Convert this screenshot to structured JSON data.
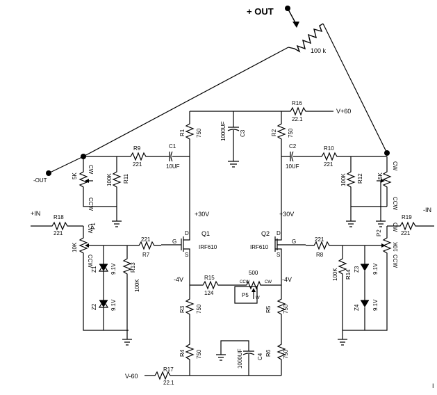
{
  "output": {
    "plus": "+ OUT",
    "minus": "-OUT",
    "pot_value": "100 k"
  },
  "rails": {
    "vplus": "V+60",
    "vminus": "V-60",
    "p30_left": "+30V",
    "p30_right": "+30V",
    "m4_left": "-4V",
    "m4_right": "-4V"
  },
  "inputs": {
    "plus": "+IN",
    "minus": "-IN"
  },
  "resistors": {
    "R1": {
      "ref": "R1",
      "value": "750"
    },
    "R2": {
      "ref": "R2",
      "value": "750"
    },
    "R3": {
      "ref": "R3",
      "value": "750"
    },
    "R4": {
      "ref": "R4",
      "value": "750"
    },
    "R5": {
      "ref": "R5",
      "value": "750"
    },
    "R6": {
      "ref": "R6",
      "value": "750"
    },
    "R7": {
      "ref": "R7",
      "value": "221"
    },
    "R8": {
      "ref": "R8",
      "value": "221"
    },
    "R9": {
      "ref": "R9",
      "value": "221"
    },
    "R10": {
      "ref": "R10",
      "value": "221"
    },
    "R11": {
      "ref": "R11",
      "value": "100K"
    },
    "R12": {
      "ref": "R12",
      "value": "100K"
    },
    "R13": {
      "ref": "R13",
      "value": "100K"
    },
    "R14": {
      "ref": "R14",
      "value": "100K"
    },
    "R15": {
      "ref": "R15",
      "value": "124"
    },
    "R16": {
      "ref": "R16",
      "value": "22.1"
    },
    "R17": {
      "ref": "R17",
      "value": "22.1"
    },
    "R18": {
      "ref": "R18",
      "value": "221"
    },
    "R19": {
      "ref": "R19",
      "value": "221"
    }
  },
  "pots": {
    "P1": {
      "ref": "P1",
      "value": "10K"
    },
    "P2": {
      "ref": "P2",
      "value": "10K"
    },
    "P3": {
      "value": "5K"
    },
    "P4": {
      "value": "5K"
    },
    "P5": {
      "ref": "P5",
      "value": "500",
      "ccw": "CCW",
      "cw": "CW",
      "wiper": "W"
    }
  },
  "caps": {
    "C1": {
      "ref": "C1",
      "value": "10UF"
    },
    "C2": {
      "ref": "C2",
      "value": "10UF"
    },
    "C3": {
      "ref": "C3",
      "value": "1000UF"
    },
    "C4": {
      "ref": "C4",
      "value": "1000UF"
    }
  },
  "zeners": {
    "Z1": {
      "ref": "Z1",
      "value": "9.1V"
    },
    "Z2": {
      "ref": "Z2",
      "value": "9.1V"
    },
    "Z3": {
      "ref": "Z3",
      "value": "9.1V"
    },
    "Z4": {
      "ref": "Z4",
      "value": "9.1V"
    }
  },
  "mosfets": {
    "Q1": {
      "ref": "Q1",
      "part": "IRF610",
      "g": "G",
      "d": "D",
      "s": "S"
    },
    "Q2": {
      "ref": "Q2",
      "part": "IRF610",
      "g": "G",
      "d": "D",
      "s": "S"
    }
  },
  "pin_marks": {
    "ccw": "CCW",
    "cw": "CW",
    "w": "W"
  },
  "corner_mark": "I"
}
